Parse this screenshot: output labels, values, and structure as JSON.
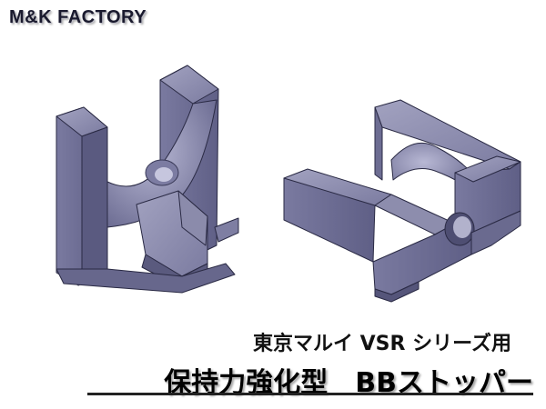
{
  "brand": {
    "name": "M&K FACTORY"
  },
  "caption": {
    "subtitle": "東京マルイ VSR シリーズ用",
    "title": "保持力強化型　BBストッパー"
  },
  "colors": {
    "part_light": "#8e8eae",
    "part_mid": "#6f6f93",
    "part_dark": "#55557a",
    "edge": "#2a2a44"
  }
}
